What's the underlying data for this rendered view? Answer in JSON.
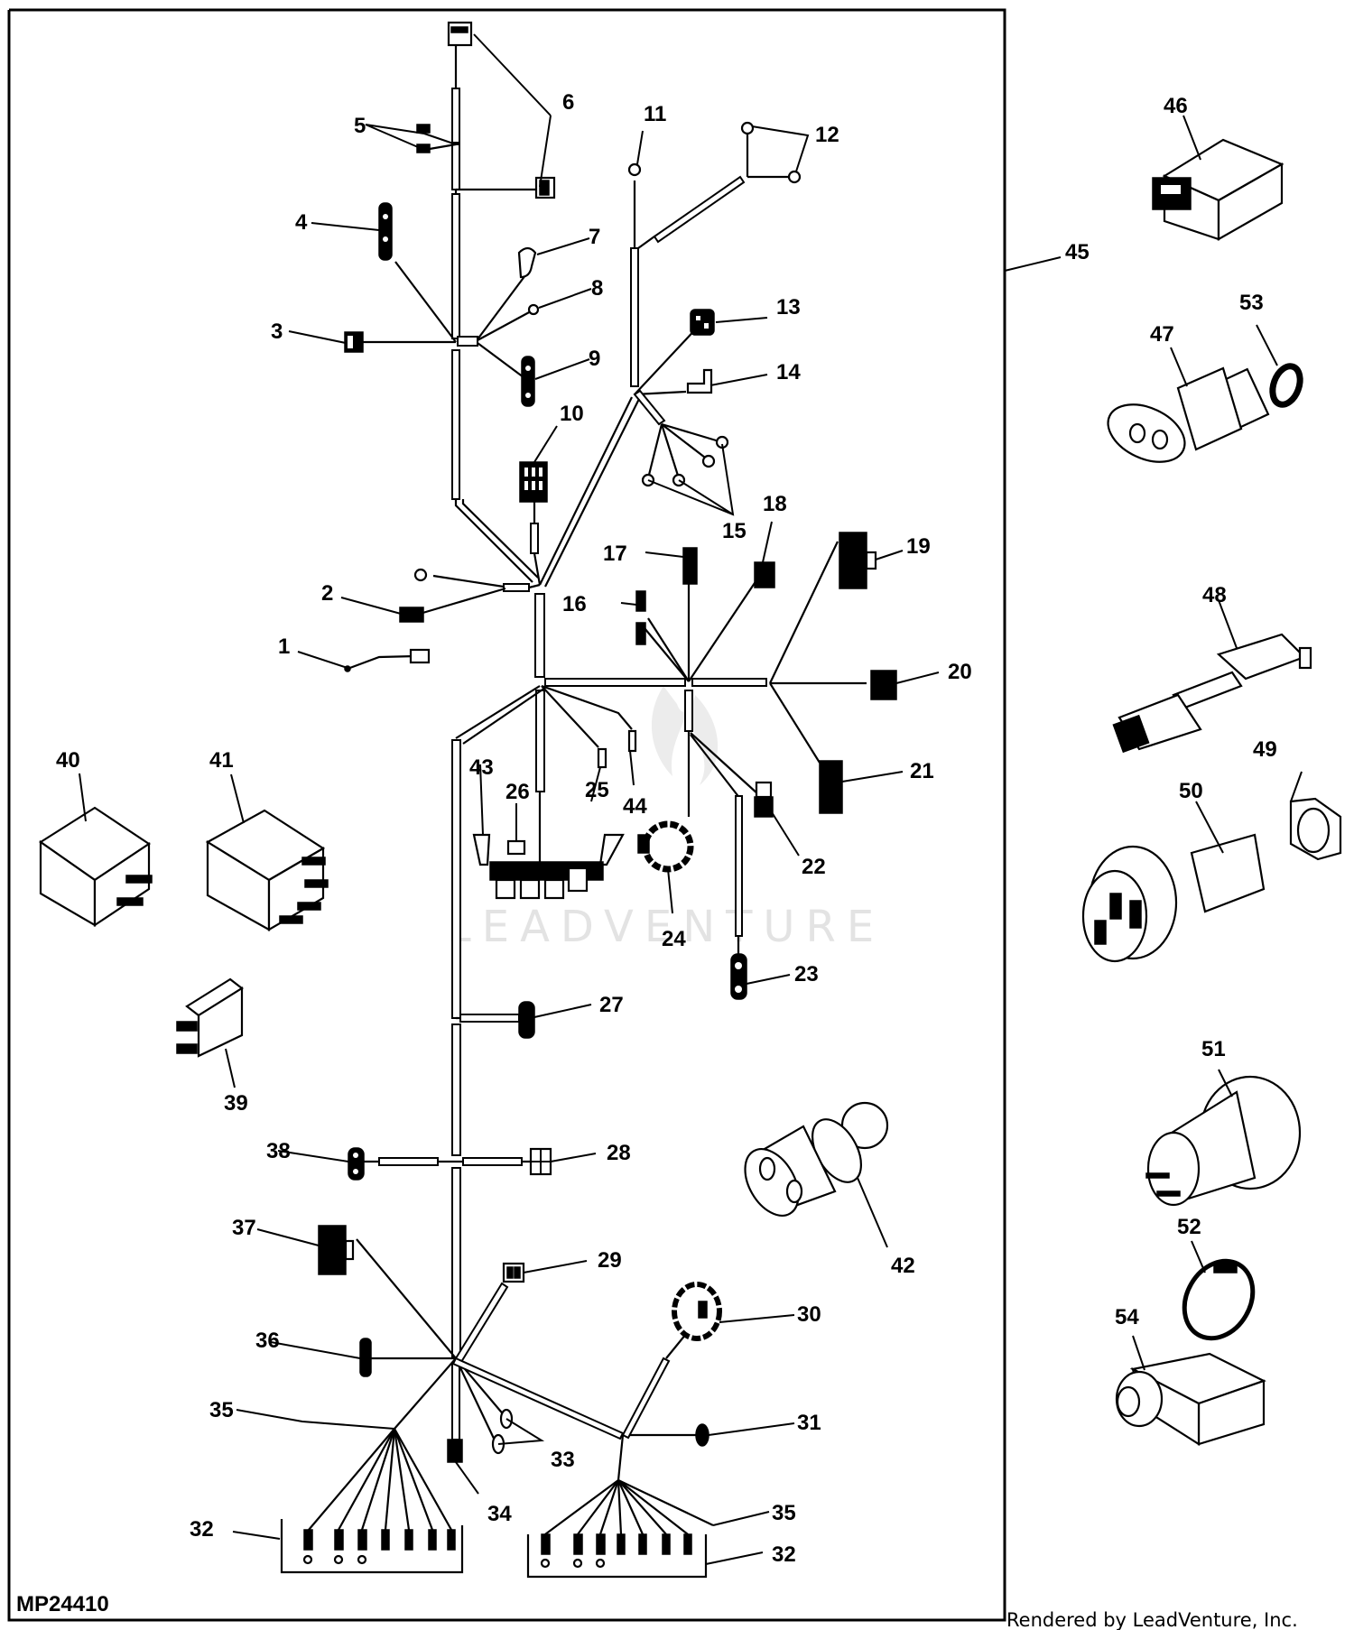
{
  "figure": {
    "id": "MP24410",
    "credit": "Rendered by LeadVenture, Inc.",
    "watermark": "LEADVENTURE",
    "assembly_callout": "45"
  },
  "callouts": {
    "c1": "1",
    "c2": "2",
    "c3": "3",
    "c4": "4",
    "c5": "5",
    "c6": "6",
    "c7": "7",
    "c8": "8",
    "c9": "9",
    "c10": "10",
    "c11": "11",
    "c12": "12",
    "c13": "13",
    "c14": "14",
    "c15": "15",
    "c16": "16",
    "c17": "17",
    "c18": "18",
    "c19": "19",
    "c20": "20",
    "c21": "21",
    "c22": "22",
    "c23": "23",
    "c24": "24",
    "c25": "25",
    "c26": "26",
    "c27": "27",
    "c28": "28",
    "c29": "29",
    "c30": "30",
    "c31": "31",
    "c32a": "32",
    "c32b": "32",
    "c33": "33",
    "c34": "34",
    "c35a": "35",
    "c35b": "35",
    "c36": "36",
    "c37": "37",
    "c38": "38",
    "c39": "39",
    "c40": "40",
    "c41": "41",
    "c42": "42",
    "c43": "43",
    "c44": "44",
    "c45": "45",
    "c46": "46",
    "c47": "47",
    "c48": "48",
    "c49": "49",
    "c50": "50",
    "c51": "51",
    "c52": "52",
    "c53": "53",
    "c54": "54"
  }
}
